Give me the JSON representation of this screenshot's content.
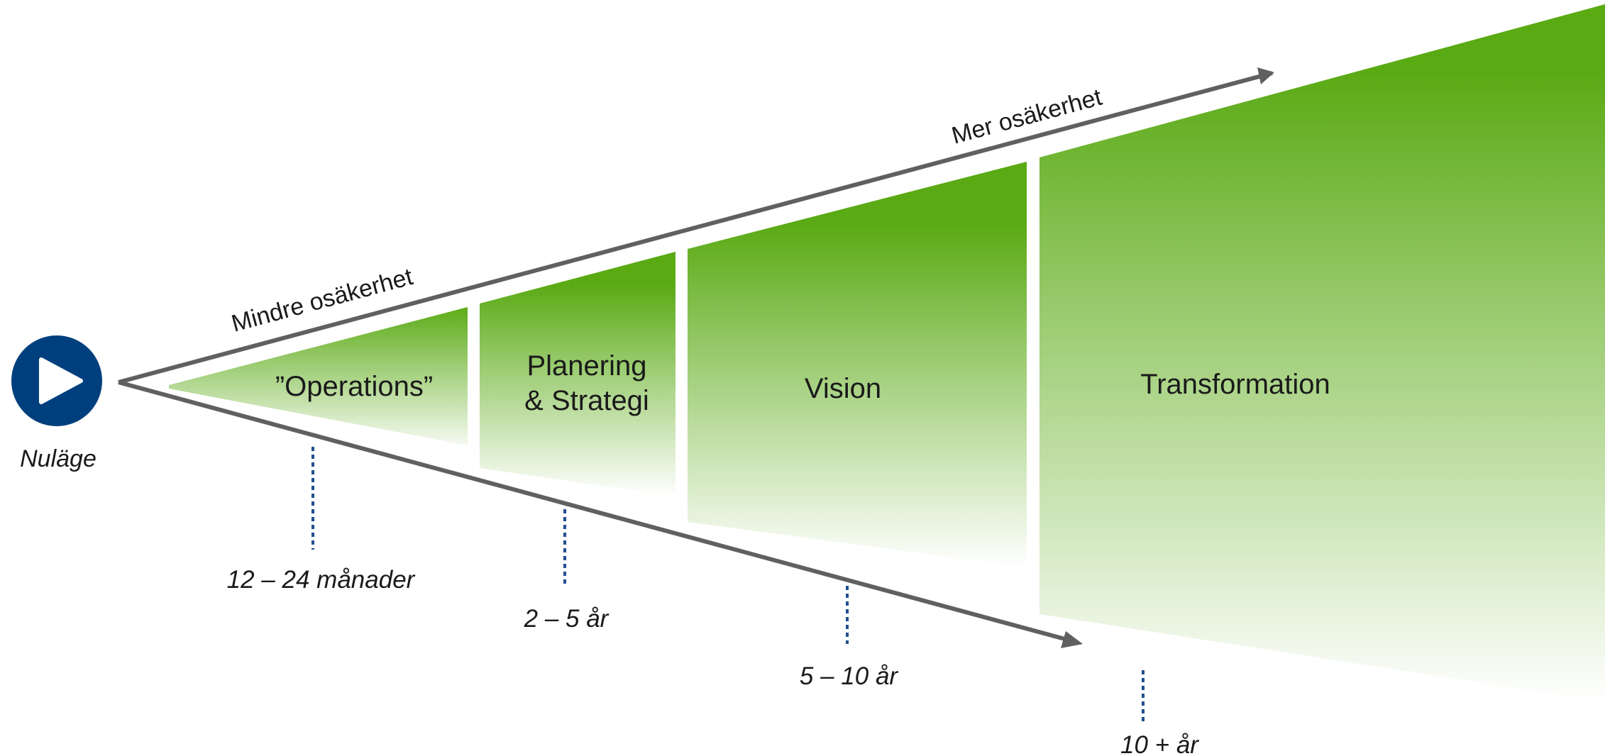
{
  "start": {
    "label": "Nuläge",
    "icon": "play-icon",
    "color": "#003f7d"
  },
  "arrows": {
    "upper_label": "Mer osäkerhet",
    "lower_label": "Mindre osäkerhet",
    "color": "#606060"
  },
  "stages": [
    {
      "label_lines": [
        "”Operations”"
      ],
      "horizon": "12 – 24 månader"
    },
    {
      "label_lines": [
        "Planering",
        "& Strategi"
      ],
      "horizon": "2 – 5 år"
    },
    {
      "label_lines": [
        "Vision"
      ],
      "horizon": "5 – 10 år"
    },
    {
      "label_lines": [
        "Transformation"
      ],
      "horizon": "10 + år"
    }
  ],
  "colors": {
    "green": "#5aaa14",
    "marker": "#1f4f8f"
  }
}
